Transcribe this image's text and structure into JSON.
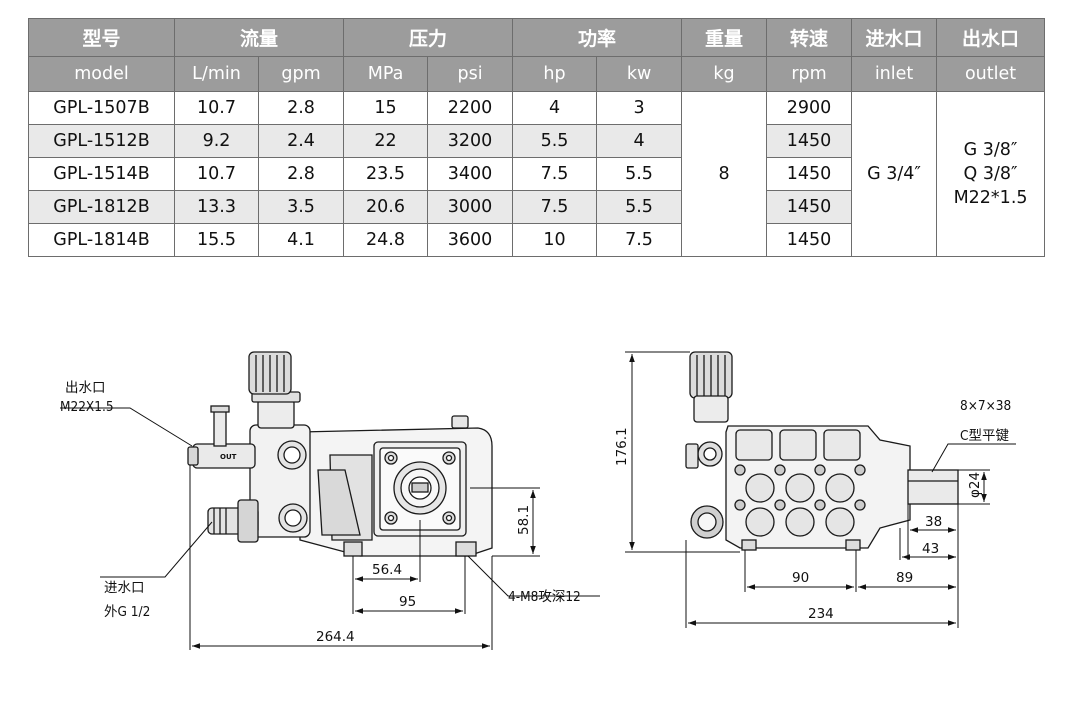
{
  "table": {
    "header_cn": [
      "型号",
      "流量",
      "压力",
      "功率",
      "重量",
      "转速",
      "进水口",
      "出水口"
    ],
    "header_en": [
      "model",
      "L/min",
      "gpm",
      "MPa",
      "psi",
      "hp",
      "kw",
      "kg",
      "rpm",
      "inlet",
      "outlet"
    ],
    "rows": [
      {
        "model": "GPL-1507B",
        "lmin": "10.7",
        "gpm": "2.8",
        "mpa": "15",
        "psi": "2200",
        "hp": "4",
        "kw": "3",
        "rpm": "2900"
      },
      {
        "model": "GPL-1512B",
        "lmin": "9.2",
        "gpm": "2.4",
        "mpa": "22",
        "psi": "3200",
        "hp": "5.5",
        "kw": "4",
        "rpm": "1450"
      },
      {
        "model": "GPL-1514B",
        "lmin": "10.7",
        "gpm": "2.8",
        "mpa": "23.5",
        "psi": "3400",
        "hp": "7.5",
        "kw": "5.5",
        "rpm": "1450"
      },
      {
        "model": "GPL-1812B",
        "lmin": "13.3",
        "gpm": "3.5",
        "mpa": "20.6",
        "psi": "3000",
        "hp": "7.5",
        "kw": "5.5",
        "rpm": "1450"
      },
      {
        "model": "GPL-1814B",
        "lmin": "15.5",
        "gpm": "4.1",
        "mpa": "24.8",
        "psi": "3600",
        "hp": "10",
        "kw": "7.5",
        "rpm": "1450"
      }
    ],
    "weight": "8",
    "inlet": "G 3/4″",
    "outlet": [
      "G 3/8″",
      "Q 3/8″",
      "M22*1.5"
    ]
  },
  "drawing_left": {
    "outlet_label": "出水口",
    "outlet_spec": "M22X1.5",
    "outlet_tag": "OUT",
    "inlet_label": "进水口",
    "inlet_spec": "外G 1/2",
    "dim_height": "58.1",
    "dim_a": "56.4",
    "dim_b": "95",
    "dim_total": "264.4",
    "mount_note": "4-M8攻深12"
  },
  "drawing_right": {
    "dim_height": "176.1",
    "key_spec": "8×7×38",
    "key_type": "C型平键",
    "shaft_dia": "φ24",
    "dim_38": "38",
    "dim_43": "43",
    "dim_90": "90",
    "dim_89": "89",
    "dim_total": "234"
  }
}
